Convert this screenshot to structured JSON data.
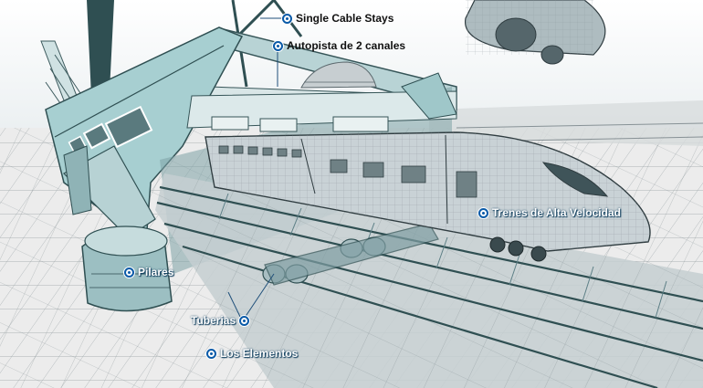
{
  "illustration": {
    "colors": {
      "sky": "#ffffff",
      "structure": "#9fc7c9",
      "structure_dark": "#3e6466",
      "track": "#5d7f86",
      "train": "#c9d2d6",
      "callout_ring": "#0a5aa8"
    }
  },
  "callouts": [
    {
      "id": "stays",
      "text": "Single Cable Stays"
    },
    {
      "id": "autopista",
      "text": "Autopista de 2 canales"
    },
    {
      "id": "trenes",
      "text": "Trenes de Alta Velocidad"
    },
    {
      "id": "pilares",
      "text": "Pilares"
    },
    {
      "id": "tuberias",
      "text": "Tuberias"
    },
    {
      "id": "elementos",
      "text": "Los Elementos"
    }
  ]
}
